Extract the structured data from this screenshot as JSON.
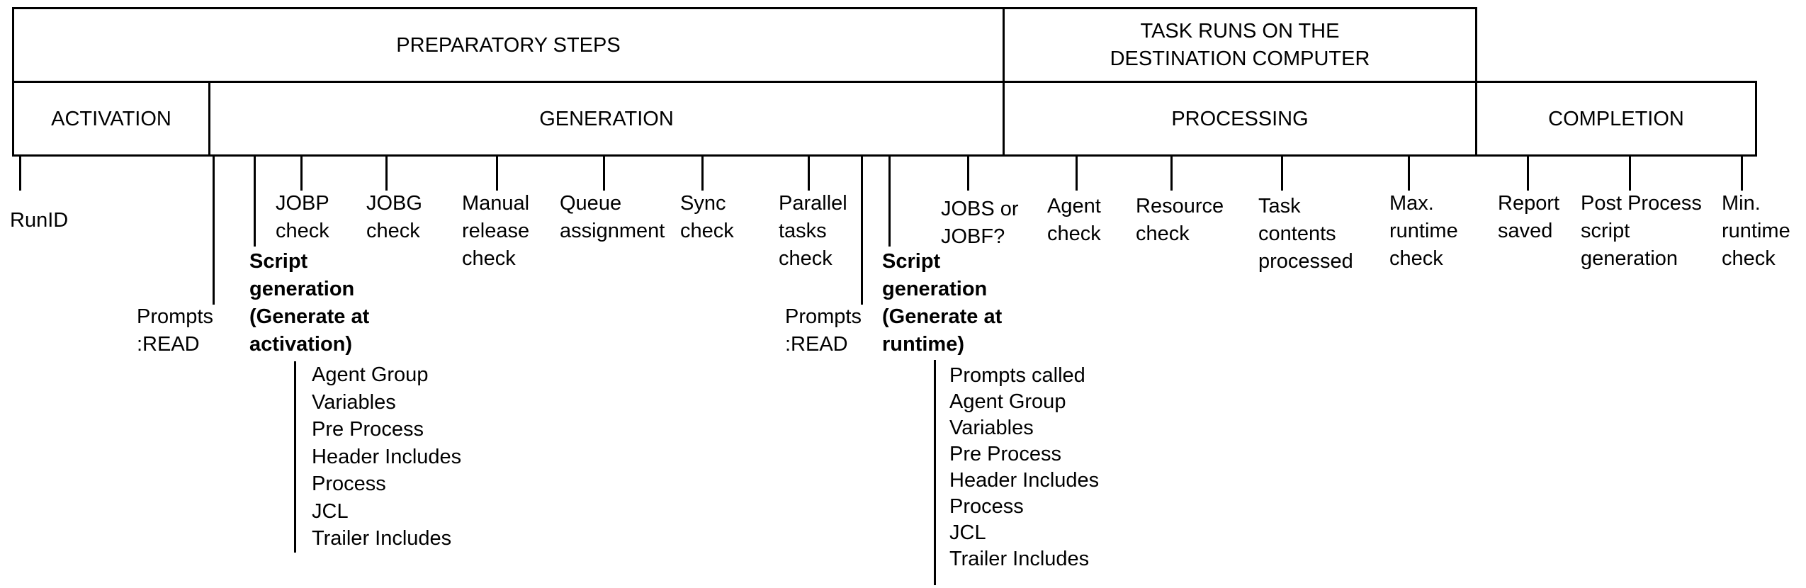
{
  "header": {
    "preparatory_steps": "PREPARATORY STEPS",
    "task_runs": "TASK RUNS ON THE\nDESTINATION COMPUTER"
  },
  "phases": {
    "activation": "ACTIVATION",
    "generation": "GENERATION",
    "processing": "PROCESSING",
    "completion": "COMPLETION"
  },
  "steps": {
    "run_id": "RunID",
    "prompts_read_1": "Prompts\n:READ",
    "script_gen_activation": "Script\ngeneration\n(Generate at\nactivation)",
    "jobp_check": "JOBP\ncheck",
    "jobg_check": "JOBG\ncheck",
    "manual_release_check": "Manual\nrelease\ncheck",
    "queue_assignment": "Queue\nassignment",
    "sync_check": "Sync\ncheck",
    "parallel_tasks_check": "Parallel\ntasks\ncheck",
    "prompts_read_2": "Prompts\n:READ",
    "script_gen_runtime": "Script\ngeneration\n(Generate at\nruntime)",
    "jobs_or_jobf": "JOBS or\nJOBF?",
    "agent_check": "Agent\ncheck",
    "resource_check": "Resource\ncheck",
    "task_contents_processed": "Task\ncontents\nprocessed",
    "max_runtime_check": "Max.\nruntime\ncheck",
    "report_saved": "Report\nsaved",
    "post_process_script_generation": "Post Process\nscript\ngeneration",
    "min_runtime_check": "Min.\nruntime\ncheck"
  },
  "activation_generation_items": [
    "Agent Group",
    "Variables",
    "Pre Process",
    "Header Includes",
    "Process",
    "JCL",
    "Trailer Includes"
  ],
  "runtime_generation_items": [
    "Prompts called",
    "Agent Group",
    "Variables",
    "Pre Process",
    "Header Includes",
    "Process",
    "JCL",
    "Trailer Includes"
  ]
}
